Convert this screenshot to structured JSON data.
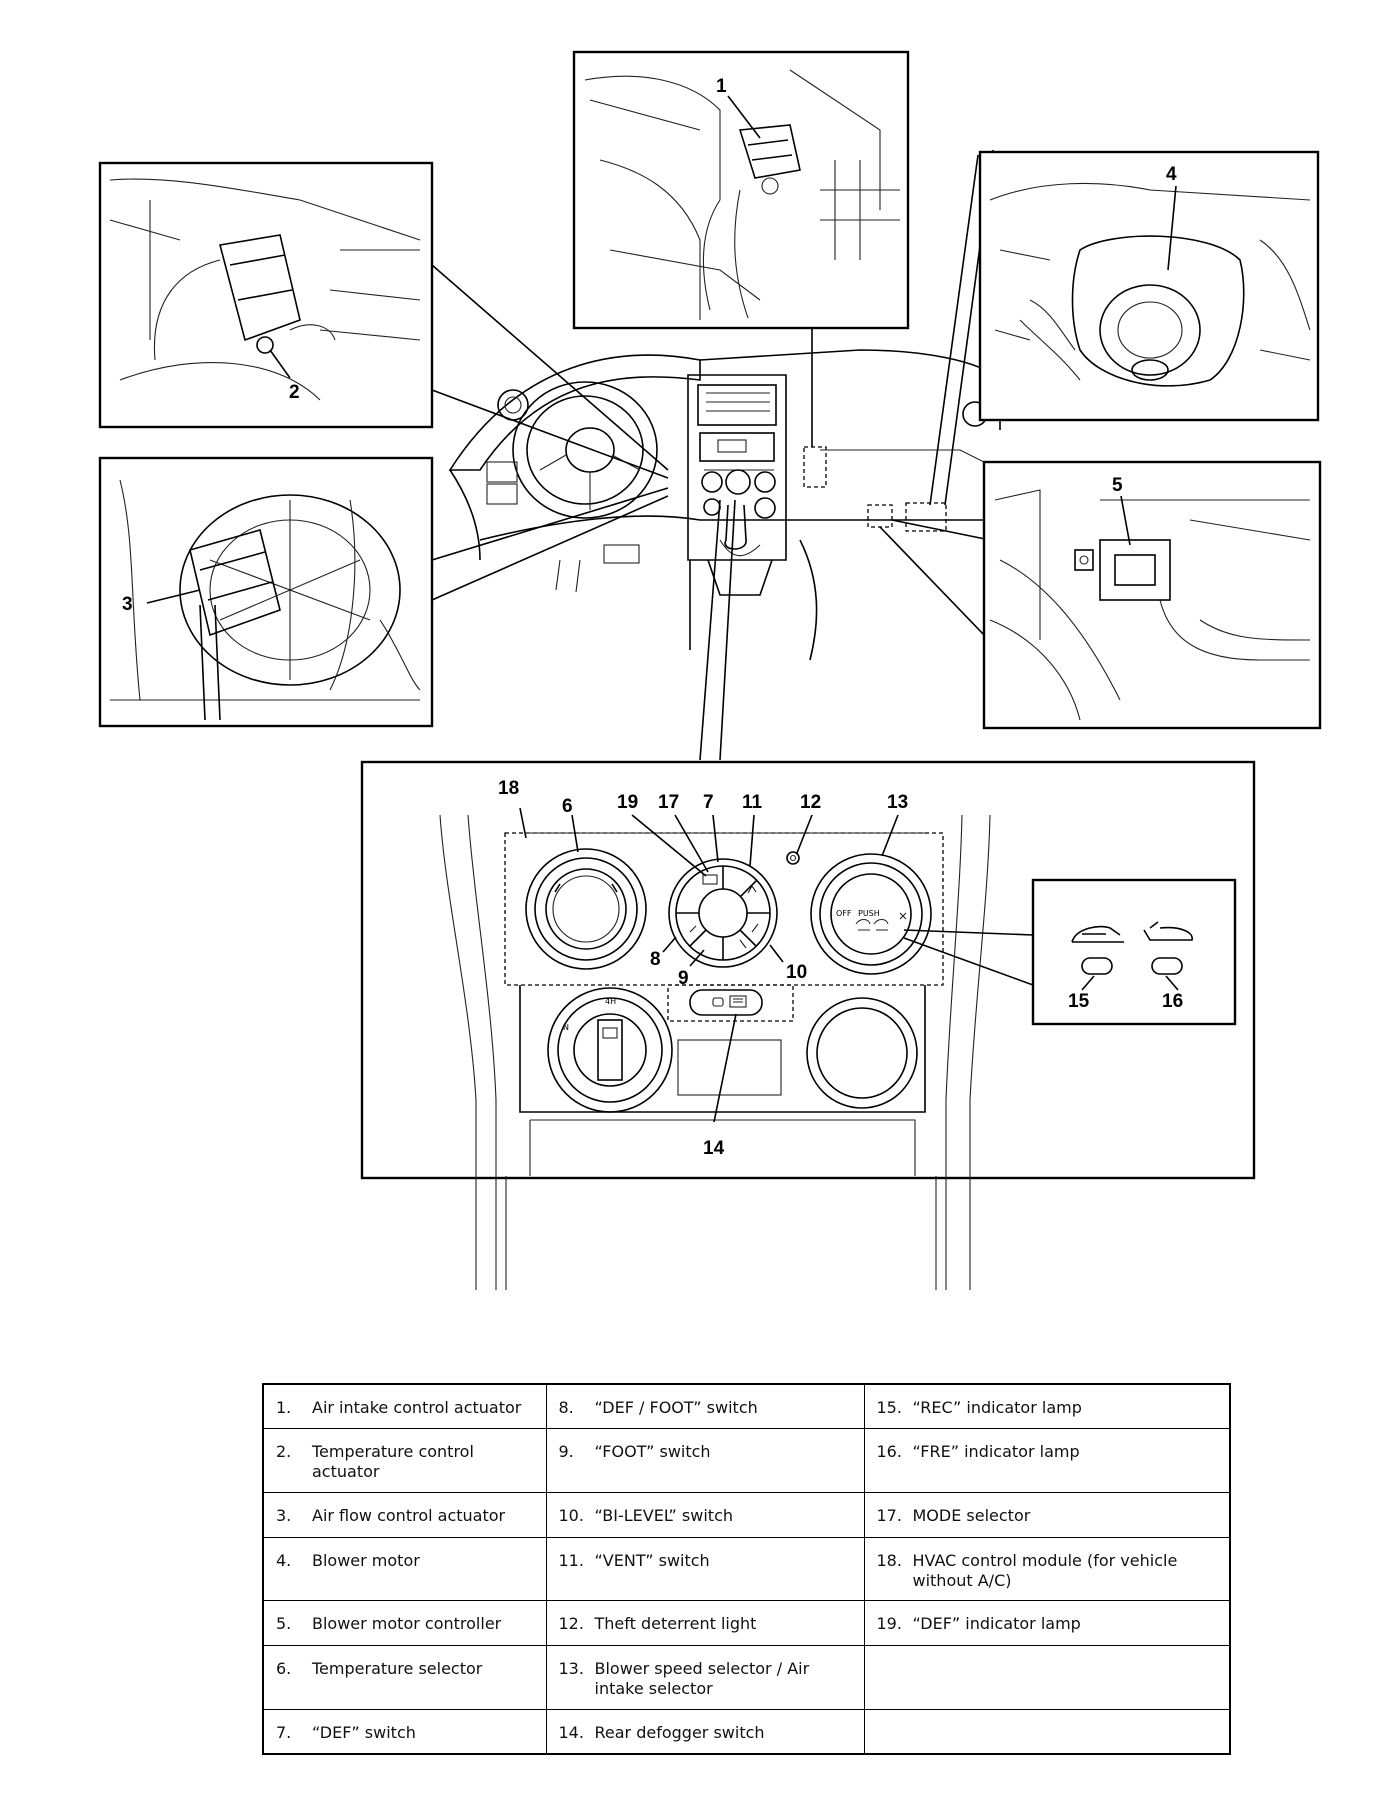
{
  "callouts": {
    "c1": "1",
    "c2": "2",
    "c3": "3",
    "c4": "4",
    "c5": "5",
    "c6": "6",
    "c7": "7",
    "c8": "8",
    "c9": "9",
    "c10": "10",
    "c11": "11",
    "c12": "12",
    "c13": "13",
    "c14": "14",
    "c15": "15",
    "c16": "16",
    "c17": "17",
    "c18": "18",
    "c19": "19"
  },
  "panel_text": {
    "off": "OFF",
    "push": "PUSH",
    "h4": "4H",
    "n": "N"
  },
  "legend": {
    "rows": [
      [
        {
          "num": "1.",
          "text": "Air intake control actuator"
        },
        {
          "num": "8.",
          "text": "“DEF / FOOT” switch"
        },
        {
          "num": "15.",
          "text": "“REC” indicator lamp"
        }
      ],
      [
        {
          "num": "2.",
          "text": "Temperature control actuator"
        },
        {
          "num": "9.",
          "text": "“FOOT” switch"
        },
        {
          "num": "16.",
          "text": "“FRE” indicator lamp"
        }
      ],
      [
        {
          "num": "3.",
          "text": "Air flow control actuator"
        },
        {
          "num": "10.",
          "text": "“BI-LEVEL” switch"
        },
        {
          "num": "17.",
          "text": "MODE selector"
        }
      ],
      [
        {
          "num": "4.",
          "text": "Blower motor"
        },
        {
          "num": "11.",
          "text": "“VENT” switch"
        },
        {
          "num": "18.",
          "text": "HVAC control module (for vehicle without A/C)"
        }
      ],
      [
        {
          "num": "5.",
          "text": "Blower motor controller"
        },
        {
          "num": "12.",
          "text": "Theft deterrent light"
        },
        {
          "num": "19.",
          "text": "“DEF” indicator lamp"
        }
      ],
      [
        {
          "num": "6.",
          "text": "Temperature selector"
        },
        {
          "num": "13.",
          "text": "Blower speed selector / Air intake selector"
        },
        {
          "num": "",
          "text": ""
        }
      ],
      [
        {
          "num": "7.",
          "text": "“DEF” switch"
        },
        {
          "num": "14.",
          "text": "Rear defogger switch"
        },
        {
          "num": "",
          "text": ""
        }
      ]
    ]
  }
}
